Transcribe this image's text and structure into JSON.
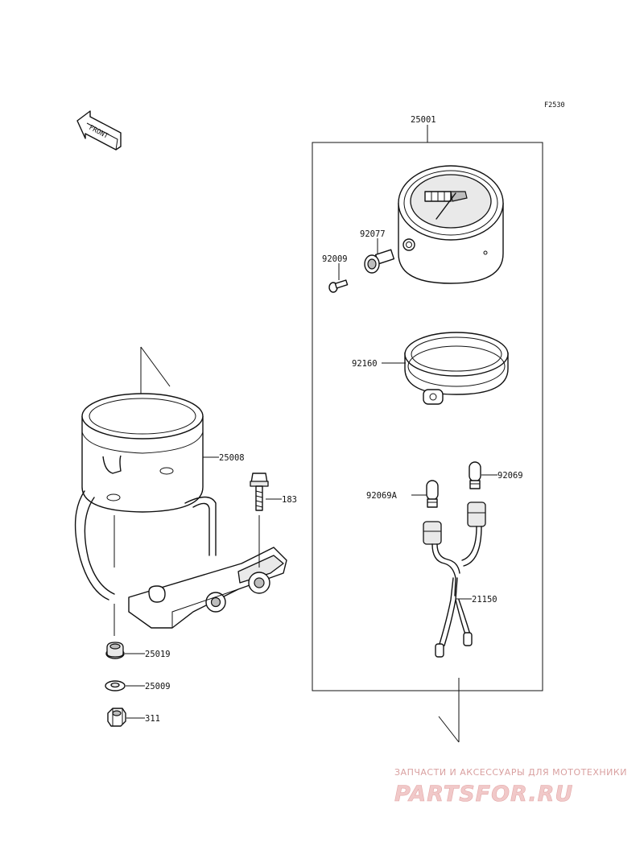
{
  "figure_code": "F2530",
  "front_label": "FRONT",
  "parts": {
    "p25001": "25001",
    "p92077": "92077",
    "p92009": "92009",
    "p92160": "92160",
    "p92069": "92069",
    "p92069A": "92069A",
    "p21150": "21150",
    "p25008": "25008",
    "p183": "183",
    "p25019": "25019",
    "p25009": "25009",
    "p311": "311"
  },
  "watermark": {
    "tagline": "ЗАПЧАСТИ И АКСЕССУАРЫ ДЛЯ МОТОТЕХНИКИ",
    "brand": "PARTSFOR.RU"
  }
}
